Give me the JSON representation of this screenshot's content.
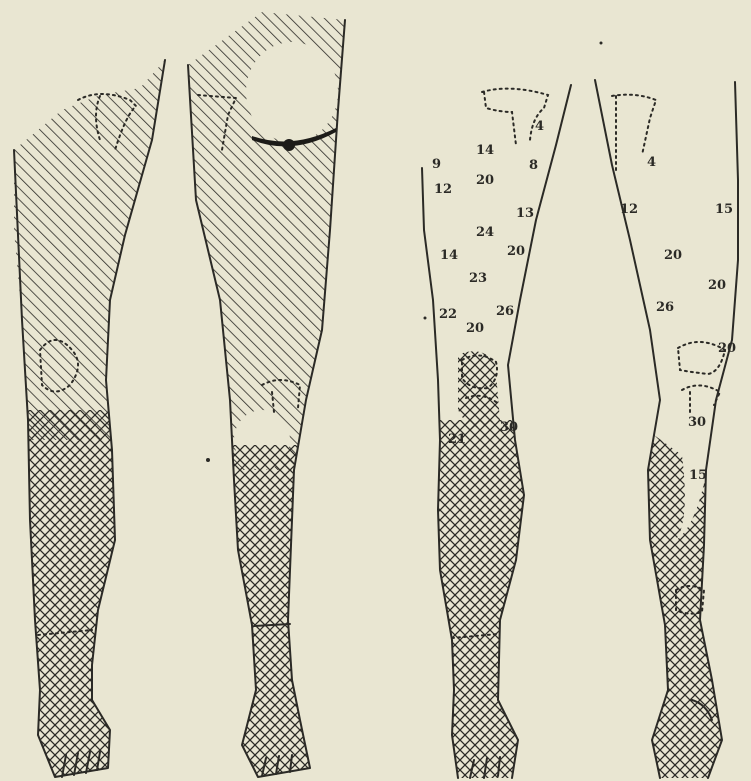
{
  "figure": {
    "background": "#e9e6d2",
    "ink": "#2b2a26",
    "hatch_patterns": [
      "diagonal-hatch",
      "cross-hatch"
    ]
  },
  "legs": [
    {
      "id": "leg-1",
      "view": "front",
      "shading": [
        "diagonal-hatch-thigh",
        "cross-hatch-lower-leg"
      ]
    },
    {
      "id": "leg-2",
      "view": "back",
      "shading": [
        "diagonal-hatch-thigh",
        "cross-hatch-lower-leg"
      ]
    },
    {
      "id": "leg-3",
      "view": "front",
      "shading": [
        "cross-hatch-lower-leg"
      ]
    },
    {
      "id": "leg-4",
      "view": "back",
      "shading": [
        "cross-hatch-lower-leg"
      ]
    }
  ],
  "labels_leg3": [
    "4",
    "14",
    "8",
    "9",
    "20",
    "12",
    "13",
    "24",
    "20",
    "14",
    "23",
    "22",
    "26",
    "20",
    "30",
    "21"
  ],
  "labels_leg4": [
    "4",
    "12",
    "15",
    "20",
    "20",
    "26",
    "20",
    "30",
    "15"
  ]
}
